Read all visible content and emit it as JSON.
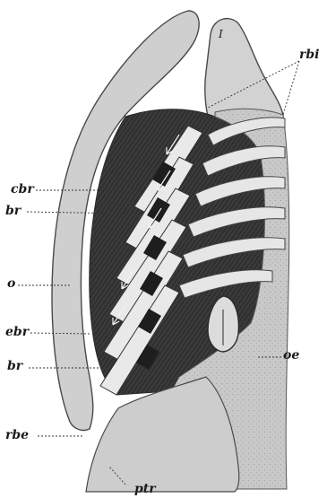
{
  "figure": {
    "structure_numeral": "I",
    "labels": {
      "rbi": "rbi",
      "cbr": "cbr",
      "br_upper": "br",
      "o": "o",
      "ebr": "ebr",
      "br_lower": "br",
      "oe": "oe",
      "rbe": "rbe",
      "ptr": "ptr"
    }
  }
}
